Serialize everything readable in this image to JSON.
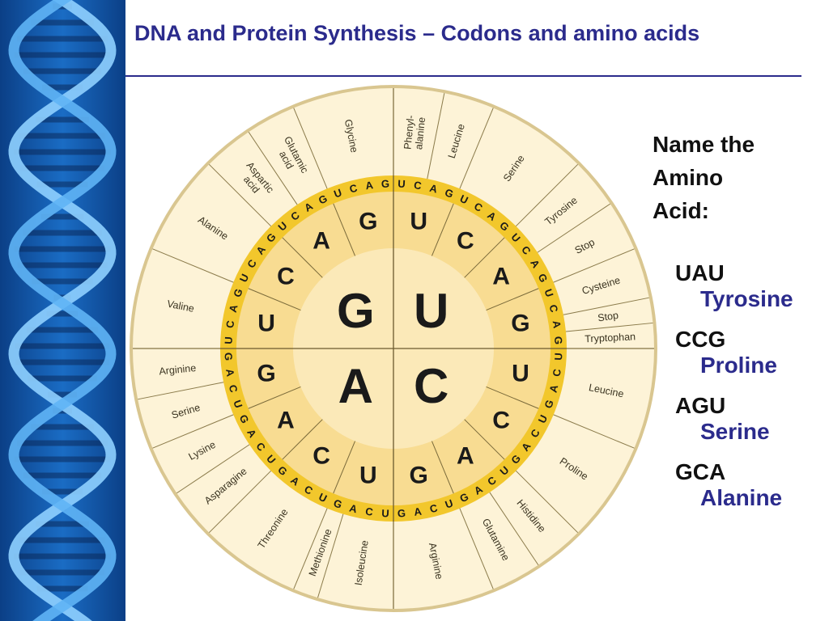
{
  "slide": {
    "title": "DNA  and Protein Synthesis – Codons and amino acids",
    "question_lines": [
      "Name the",
      "Amino",
      "Acid:"
    ],
    "answers": [
      {
        "codon": "UAU",
        "amino_acid": "Tyrosine"
      },
      {
        "codon": "CCG",
        "amino_acid": "Proline"
      },
      {
        "codon": "AGU",
        "amino_acid": "Serine"
      },
      {
        "codon": "GCA",
        "amino_acid": "Alanine"
      }
    ]
  },
  "colors": {
    "title": "#2b2b8c",
    "answer": "#2b2b8c",
    "wheel_center": "#fbe9b8",
    "wheel_second_ring": "#f8dc92",
    "wheel_third_ring": "#f2c72c",
    "wheel_outer": "#fdf3d7",
    "strip_background": "#0d4fa0"
  },
  "codon_wheel": {
    "first_bases": [
      "U",
      "C",
      "A",
      "G"
    ],
    "second_bases": [
      "U",
      "C",
      "A",
      "G"
    ],
    "third_bases": [
      "U",
      "C",
      "A",
      "G"
    ],
    "amino_acid_labels": [
      "Phenyl-\nalanine",
      "Leucine",
      "Serine",
      "Tyrosine",
      "Stop",
      "Cysteine",
      "Stop",
      "Tryptophan",
      "Leucine",
      "Proline",
      "Histidine",
      "Glutamine",
      "Arginine",
      "Isoleucine",
      "Methionine",
      "Threonine",
      "Asparagine",
      "Lysine",
      "Serine",
      "Arginine",
      "Valine",
      "Alanine",
      "Aspartic\nacid",
      "Glutamic\nacid",
      "Glycine"
    ]
  }
}
